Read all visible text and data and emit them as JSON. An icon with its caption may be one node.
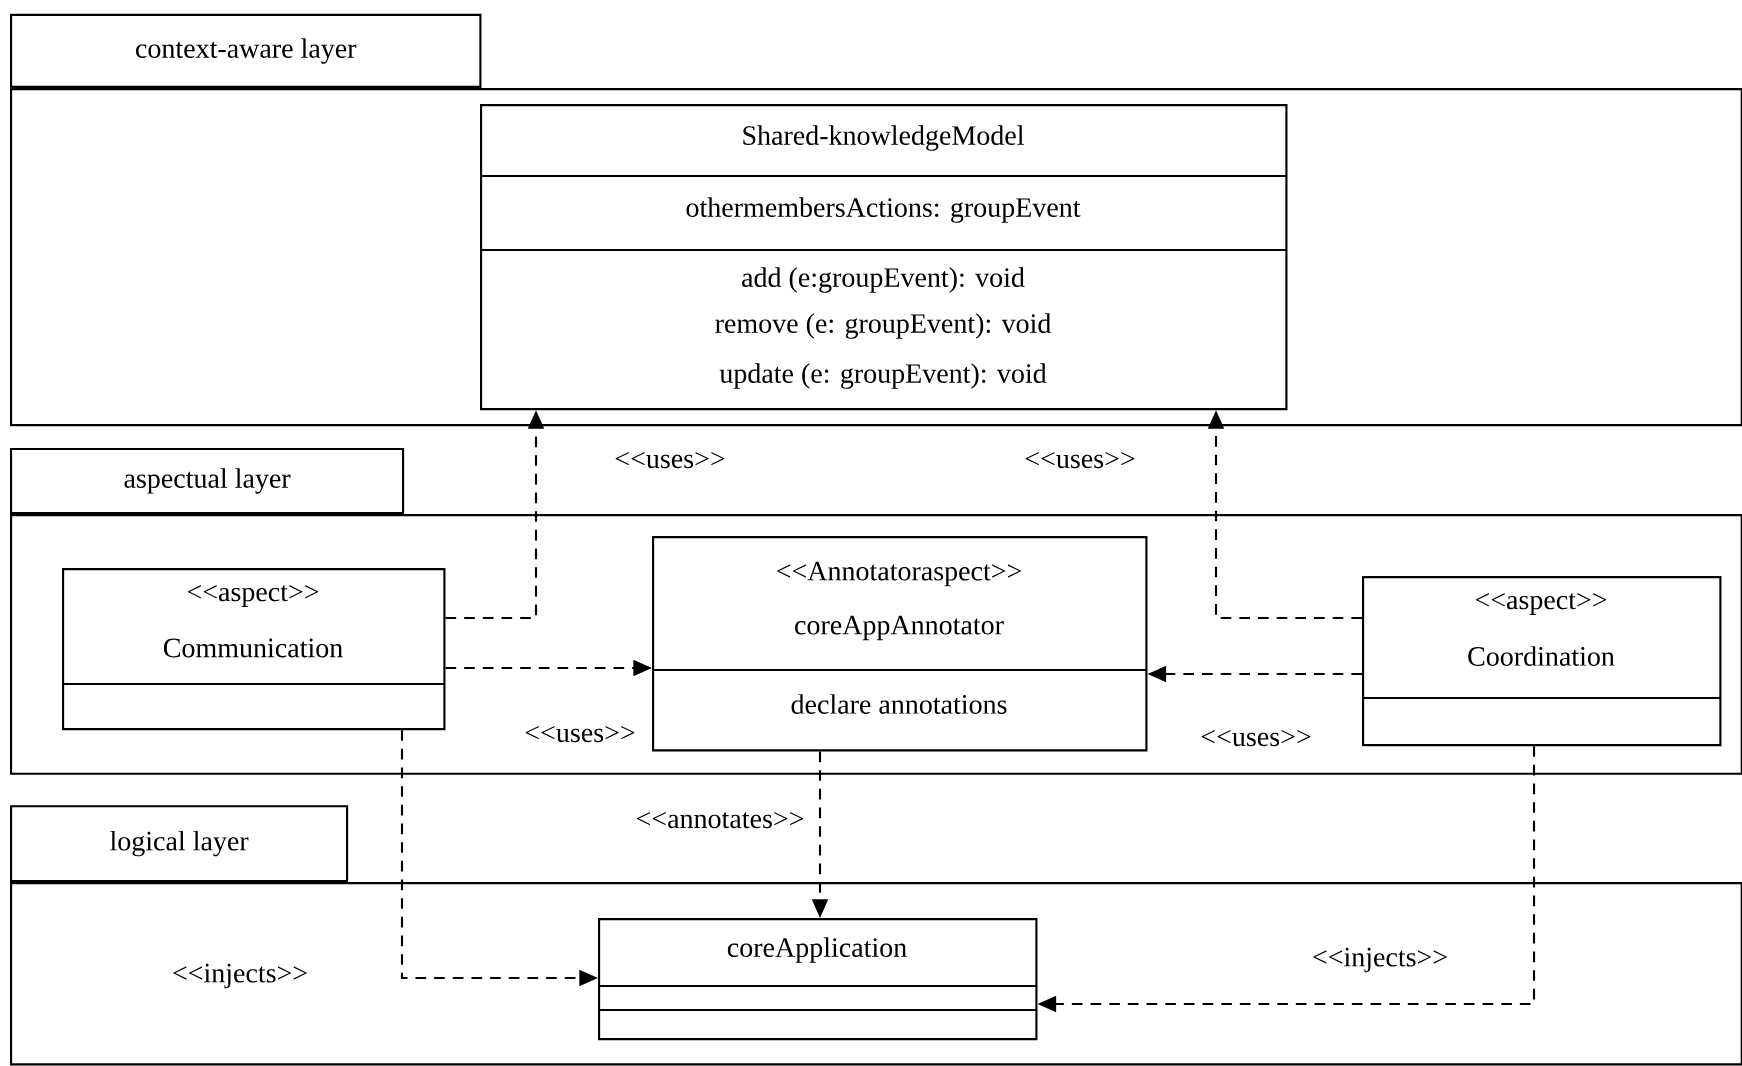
{
  "diagram": {
    "nodes": [
      {
        "text": [
          "context-aware layer"
        ]
      },
      {
        "text": [
          "Shared-knowledgeModel",
          "othermembersActions: groupEvent",
          "add (e:groupEvent): void",
          "remove (e: groupEvent): void",
          "update (e: groupEvent): void"
        ],
        "in": 0
      },
      {
        "text": [
          "aspectual layer"
        ]
      },
      {
        "text": [
          "<<aspect>>",
          "Communication"
        ],
        "in": 2
      },
      {
        "text": [
          "<<Annotatoraspect>>",
          "coreAppAnnotator",
          "declare annotations"
        ],
        "in": 2
      },
      {
        "text": [
          "<<aspect>>",
          "Coordination"
        ],
        "in": 2
      },
      {
        "text": [
          "logical layer"
        ]
      },
      {
        "text": [
          "coreApplication"
        ],
        "in": 6
      }
    ],
    "edges": [
      {
        "from": 3,
        "to": 1,
        "arrow": "to",
        "style": "dashed",
        "label": "<<uses>>"
      },
      {
        "from": 5,
        "to": 1,
        "arrow": "to",
        "style": "dashed",
        "label": "<<uses>>"
      },
      {
        "from": 3,
        "to": 4,
        "arrow": "to",
        "style": "dashed",
        "label": "<<uses>>"
      },
      {
        "from": 5,
        "to": 4,
        "arrow": "to",
        "style": "dashed",
        "label": "<<uses>>"
      },
      {
        "from": 4,
        "to": 7,
        "arrow": "to",
        "style": "dashed",
        "label": "<<annotates>>"
      },
      {
        "from": 3,
        "to": 7,
        "arrow": "to",
        "style": "dashed",
        "label": "<<injects>>"
      },
      {
        "from": 5,
        "to": 7,
        "arrow": "to",
        "style": "dashed",
        "label": "<<injects>>"
      }
    ]
  }
}
